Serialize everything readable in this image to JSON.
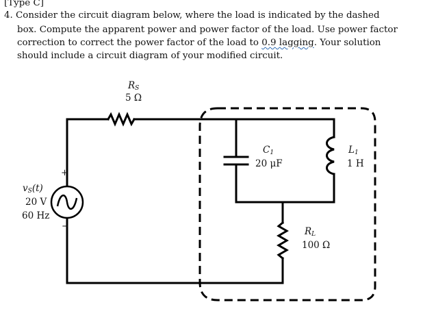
{
  "header": {
    "tag": "[Type C]",
    "lines": [
      "4. Consider the circuit diagram below, where the load is indicated by the dashed",
      "box. Compute the apparent power and power factor of the load. Use power factor",
      "should include a circuit diagram of your modified circuit."
    ],
    "line3_before": "correction to correct the power factor of the load to ",
    "line3_underlined": "0.9 lagging",
    "line3_after": ". Your solution"
  },
  "circuit": {
    "source": {
      "name": "v",
      "sub": "S",
      "arg": "(t)",
      "voltage": "20 V",
      "frequency": "60 Hz",
      "plus": "+",
      "minus": "−"
    },
    "rs": {
      "name": "R",
      "sub": "S",
      "value": "5 Ω"
    },
    "c1": {
      "name": "C",
      "sub": "1",
      "value": "20 μF"
    },
    "l1": {
      "name": "L",
      "sub": "1",
      "value": "1 H"
    },
    "rl": {
      "name": "R",
      "sub": "L",
      "value": "100 Ω"
    }
  }
}
